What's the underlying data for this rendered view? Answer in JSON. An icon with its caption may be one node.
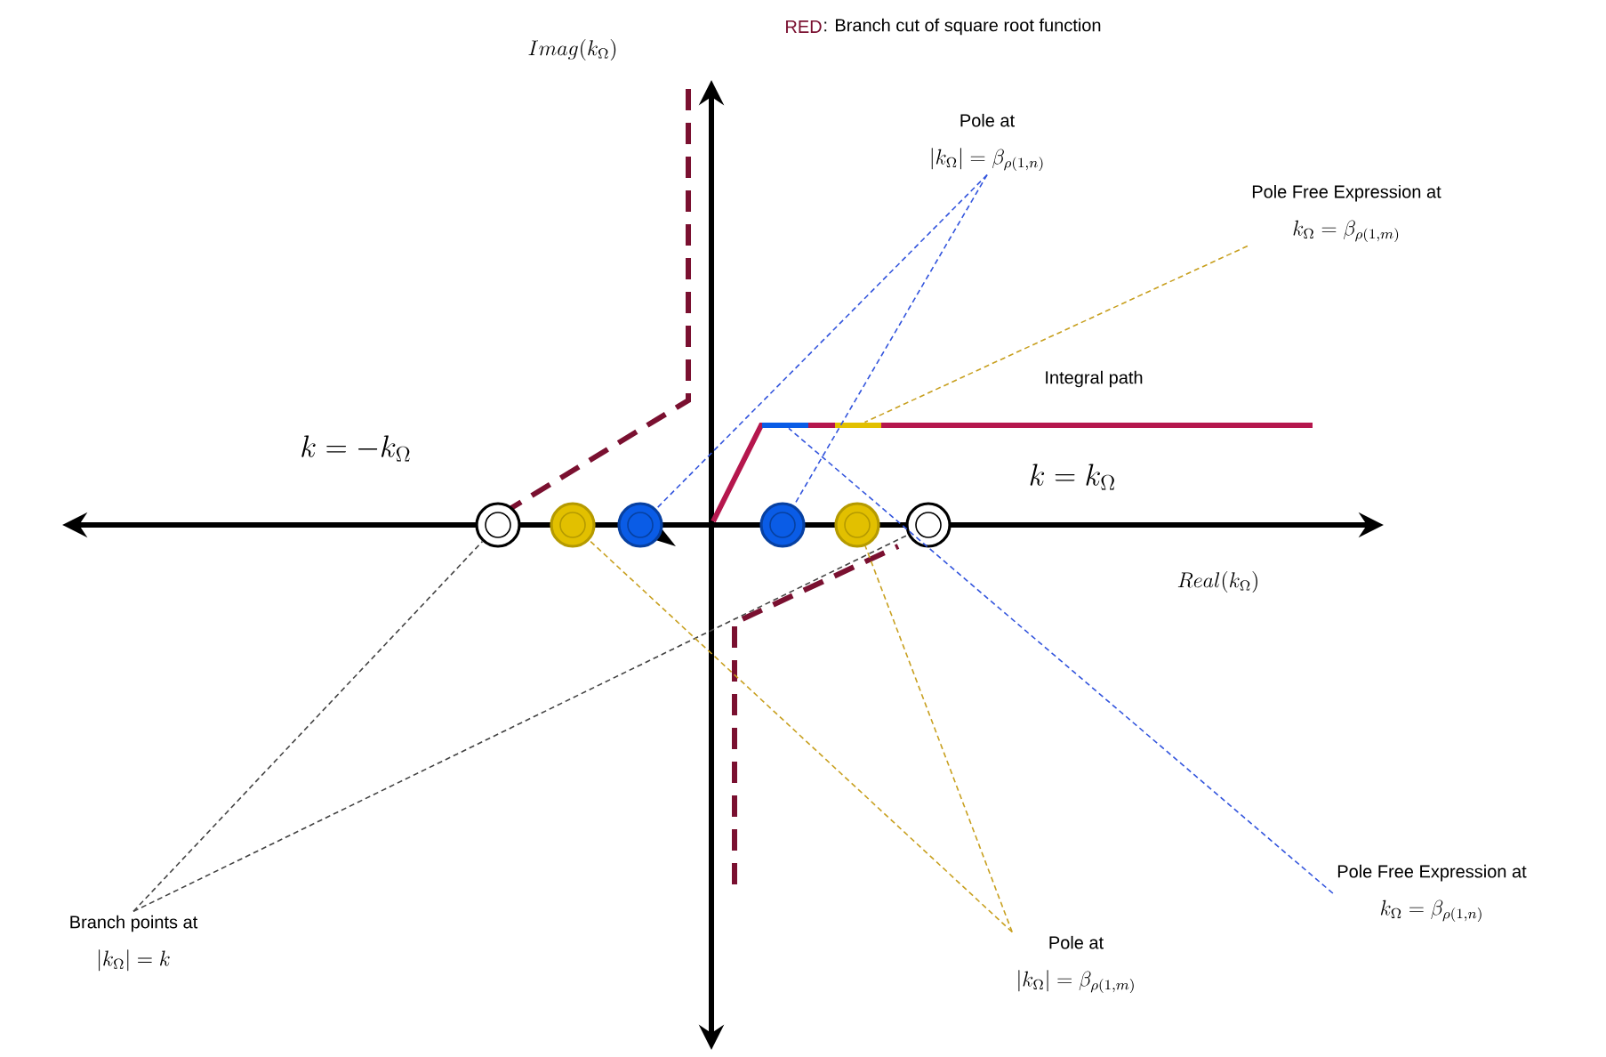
{
  "diagram": {
    "nodes": [
      {
        "text": [
          "Pole at",
          "|k_\\Omega| = \\beta_{\\rho(1,n)}"
        ]
      },
      {
        "text": [
          "Pole Free Expression at",
          "k_\\Omega = \\beta_{\\rho(1,m)}"
        ]
      },
      {
        "text": [
          "Branch points at",
          "|k_\\Omega| = k"
        ]
      },
      {
        "text": [
          "Pole at",
          "|k_\\Omega| = \\beta_{\\rho(1,m)}"
        ]
      },
      {
        "text": [
          "Pole Free Expression at",
          "k_\\Omega = \\beta_{\\rho(1,n)}"
        ]
      },
      {
        "text": [],
        "shape": "circle"
      },
      {
        "text": [],
        "shape": "circle"
      },
      {
        "text": [],
        "shape": "circle"
      },
      {
        "text": [],
        "shape": "circle"
      },
      {
        "text": [],
        "shape": "circle"
      },
      {
        "text": [],
        "shape": "circle"
      },
      {
        "text": [],
        "shape": "bar"
      },
      {
        "text": [],
        "shape": "bar"
      }
    ],
    "edges": [
      {
        "from": 0,
        "to": 7,
        "arrow": "none",
        "style": "dashed",
        "color": "#3355dd"
      },
      {
        "from": 0,
        "to": 8,
        "arrow": "none",
        "style": "dashed",
        "color": "#3355dd"
      },
      {
        "from": 1,
        "to": 12,
        "arrow": "none",
        "style": "dashed",
        "color": "#c8a020"
      },
      {
        "from": 2,
        "to": 5,
        "arrow": "none",
        "style": "dashed",
        "color": "#444444"
      },
      {
        "from": 2,
        "to": 10,
        "arrow": "none",
        "style": "dashed",
        "color": "#444444"
      },
      {
        "from": 3,
        "to": 6,
        "arrow": "none",
        "style": "dashed",
        "color": "#c8a020"
      },
      {
        "from": 3,
        "to": 9,
        "arrow": "none",
        "style": "dashed",
        "color": "#c8a020"
      },
      {
        "from": 4,
        "to": 11,
        "arrow": "none",
        "style": "dashed",
        "color": "#3355dd"
      }
    ],
    "labels": [
      "Imag(k_\\Omega)",
      "RED",
      ": Branch cut of square root function",
      "Integral path",
      "k = -k_\\Omega",
      "k = k_\\Omega",
      "Real(k_\\Omega)"
    ]
  }
}
